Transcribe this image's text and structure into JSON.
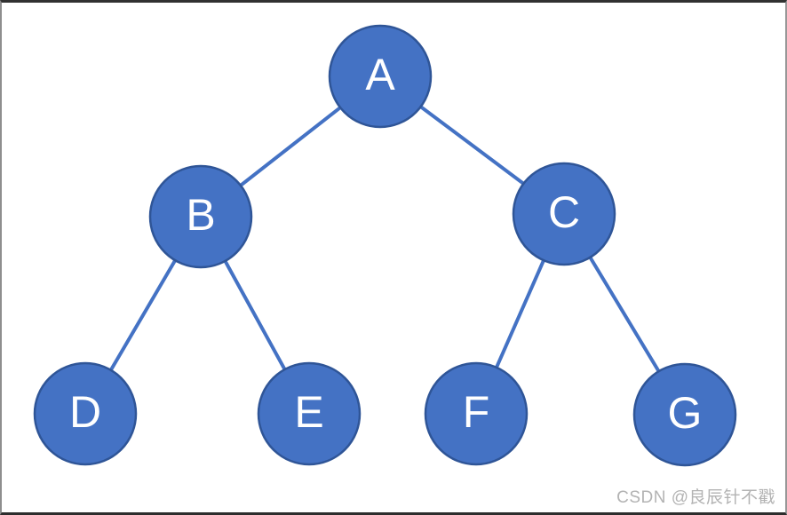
{
  "diagram": {
    "type": "binary-tree",
    "nodes": [
      {
        "id": "A",
        "label": "A"
      },
      {
        "id": "B",
        "label": "B"
      },
      {
        "id": "C",
        "label": "C"
      },
      {
        "id": "D",
        "label": "D"
      },
      {
        "id": "E",
        "label": "E"
      },
      {
        "id": "F",
        "label": "F"
      },
      {
        "id": "G",
        "label": "G"
      }
    ],
    "edges": [
      {
        "from": "A",
        "to": "B"
      },
      {
        "from": "A",
        "to": "C"
      },
      {
        "from": "B",
        "to": "D"
      },
      {
        "from": "B",
        "to": "E"
      },
      {
        "from": "C",
        "to": "F"
      },
      {
        "from": "C",
        "to": "G"
      }
    ],
    "colors": {
      "node_fill": "#4472C4",
      "node_stroke": "#2F5597",
      "edge": "#4472C4",
      "label": "#FFFFFF"
    }
  },
  "watermark": {
    "text": "CSDN @良辰针不戳",
    "color": "#b3b3b3"
  }
}
